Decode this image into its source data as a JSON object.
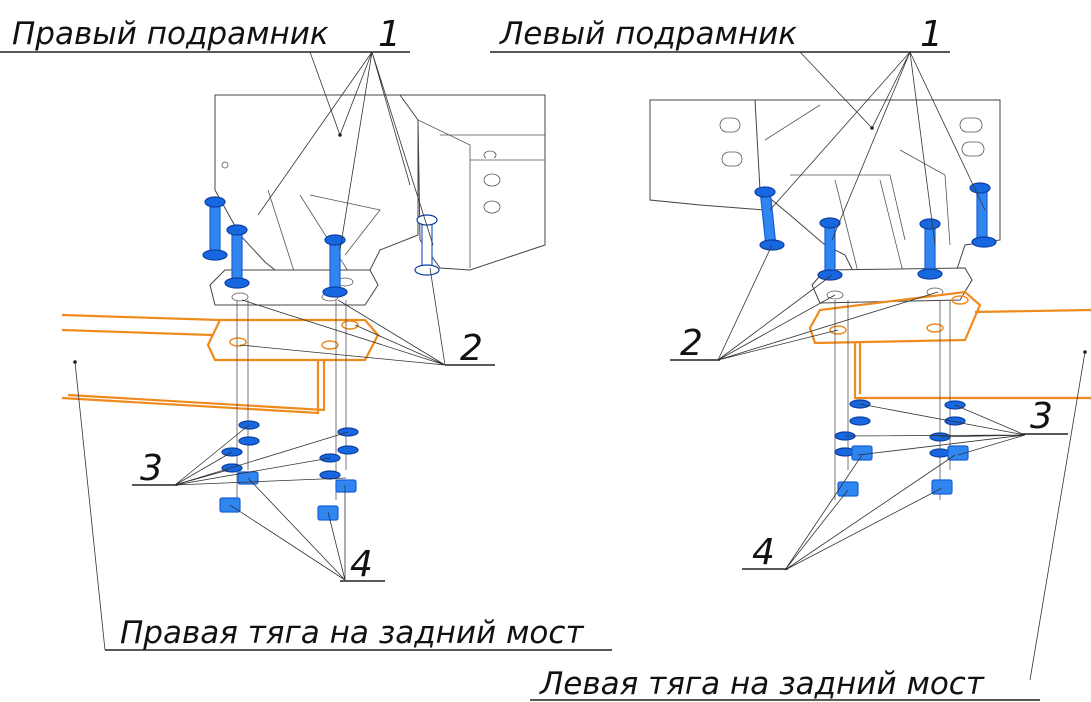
{
  "labels": {
    "right_subframe": "Правый подрамник",
    "left_subframe": "Левый подрамник",
    "right_rod": "Правая тяга на задний мост",
    "left_rod": "Левая тяга на задний мост",
    "callout_1_right": "1",
    "callout_1_left": "1",
    "callout_2_right": "2",
    "callout_2_left": "2",
    "callout_3_right": "3",
    "callout_3_left": "3",
    "callout_4_right": "4",
    "callout_4_left": "4"
  },
  "colors": {
    "fasteners": "#2f86f0",
    "rod": "#f08a1c",
    "frame_outline": "#444444"
  }
}
